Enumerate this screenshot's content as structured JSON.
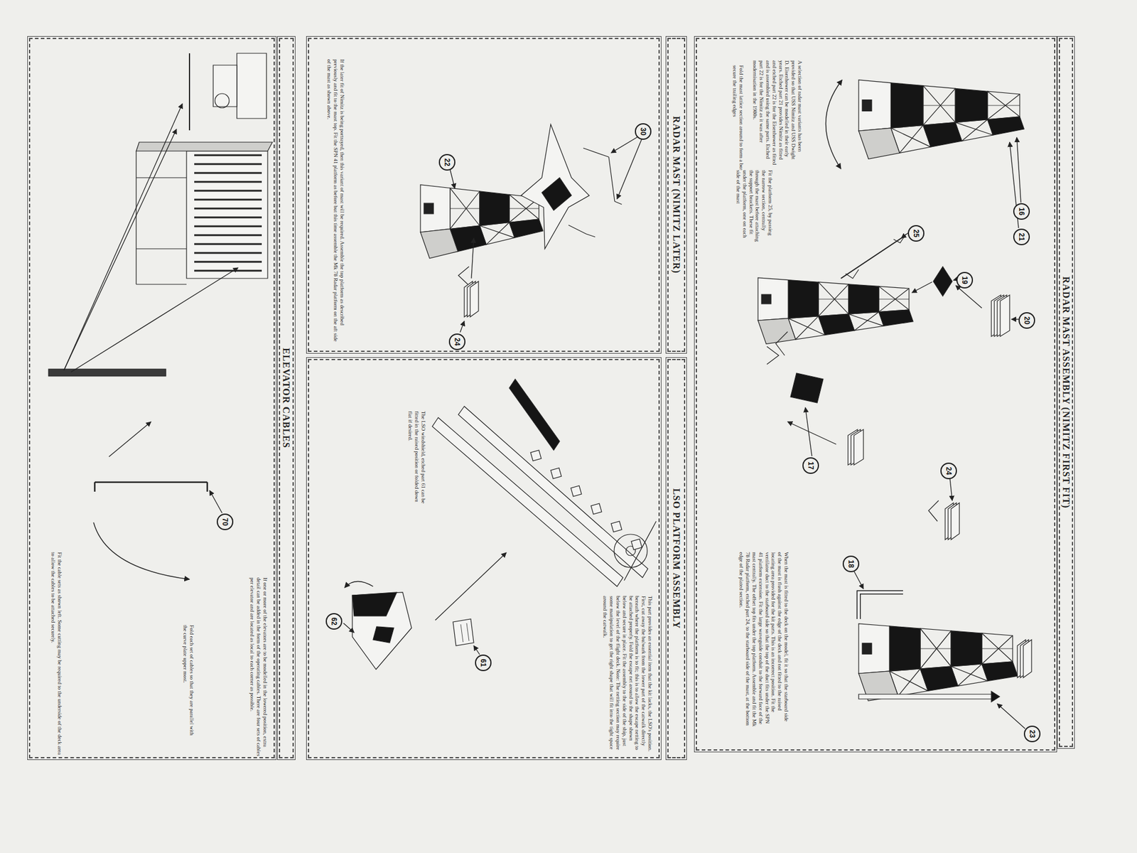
{
  "diagram": {
    "nodes": [
      {
        "text": [
          "RADAR MAST ASSEMBLY (NIMITZ FIRST FIT)"
        ]
      },
      {
        "text": [
          "Fold the mast lattice section around to form a box and secure the trailing edges",
          "Fit the platform 25, by passing the narrow section, centrally through the mast before attaching the support brackets. These fit under the platform, one on each side of the mast",
          "A selection of radar mast variants has been provided so that USS Nimitz and USS Dwight D. Eisenhower can be modelled in their early years. Etched part 21 provides Nimitz as fitted and etched part 22 is for the Eisenhower as fitted and is assembled using the same parts. Etched part 22 is for the Nimitz as it was after modernisation in the 1980s.",
          "When the mast is fitted to the deck on the model, fit it so that the starboard side of the mast is flush against the edge of the deck and not fitted to the raised locating area provided for the kit parts. This is an incorrect position. Fit the ventilator duct to the starboard side so that the top of the duct fits under the SPN 41 platform extension. Fit the large waveguide conduit to the forward face of the mast centrally. The offset top fits under the top platform. Assemble and fit the Mk 78 Radar platform, etched part 24, to the starboard side of the mast, at the bottom edge of the plated section."
        ]
      },
      {
        "text": [
          "16"
        ],
        "in": 1
      },
      {
        "text": [
          "21"
        ],
        "in": 1
      },
      {
        "text": [
          "25"
        ],
        "in": 1
      },
      {
        "text": [
          "19"
        ],
        "in": 1
      },
      {
        "text": [
          "20"
        ],
        "in": 1
      },
      {
        "text": [
          "17"
        ],
        "in": 1
      },
      {
        "text": [
          "24"
        ],
        "in": 1
      },
      {
        "text": [
          "18"
        ],
        "in": 1
      },
      {
        "text": [
          "23"
        ],
        "in": 1
      },
      {
        "text": [
          "RADAR MAST (NIMITZ LATER)"
        ]
      },
      {
        "text": [
          "If the later fit of Nimitz is being portrayed, then this variant of mast will be required. Assemble the top platform as described previously and fit to the mast top. Fit the SPN 41 platform as before but this time assemble the Mk 78 Radar platform on the aft side of the mast as shown above."
        ]
      },
      {
        "text": [
          "30"
        ],
        "in": 12
      },
      {
        "text": [
          "22"
        ],
        "in": 12
      },
      {
        "text": [
          "24"
        ],
        "in": 12
      },
      {
        "text": [
          "LSO PLATFORM ASSEMBLY"
        ]
      },
      {
        "text": [
          "This part provides an essential item that the kit lacks, the LSO's position. First, cut away the bulwark from the lower part of the catwalk directly beneath where the platform is to fit; this is to allow the escape netting to be attached properly. Fold the escape net around to the shape shown below and secure in place. Fit the assembly to the side of the ship, just below the level of the flight deck. Note: The netting section may require some manipulation to get the right shape that will fit into the tight space around the catwalk.",
          "The LSO windshield, etched part 61 can be fitted in the raised position or folded down flat if desired."
        ]
      },
      {
        "text": [
          "61"
        ],
        "in": 17
      },
      {
        "text": [
          "62"
        ],
        "in": 17
      },
      {
        "text": [
          "ELEVATOR CABLES"
        ]
      },
      {
        "text": [
          "If one or more of the elevators are to be modelled in the lowered position, extra detail can be added in the form of the operating cables. There are four sets of cables per elevator and are located as local to each corner as possible.",
          "Fold each set of cables so that they are parallel with the curve plate upper most.",
          "Fit the cable sets as shown left. Some cutting may be required to the underside of the deck area to allow the cables to be attached securely."
        ]
      },
      {
        "text": [
          "70"
        ],
        "in": 21
      }
    ]
  }
}
